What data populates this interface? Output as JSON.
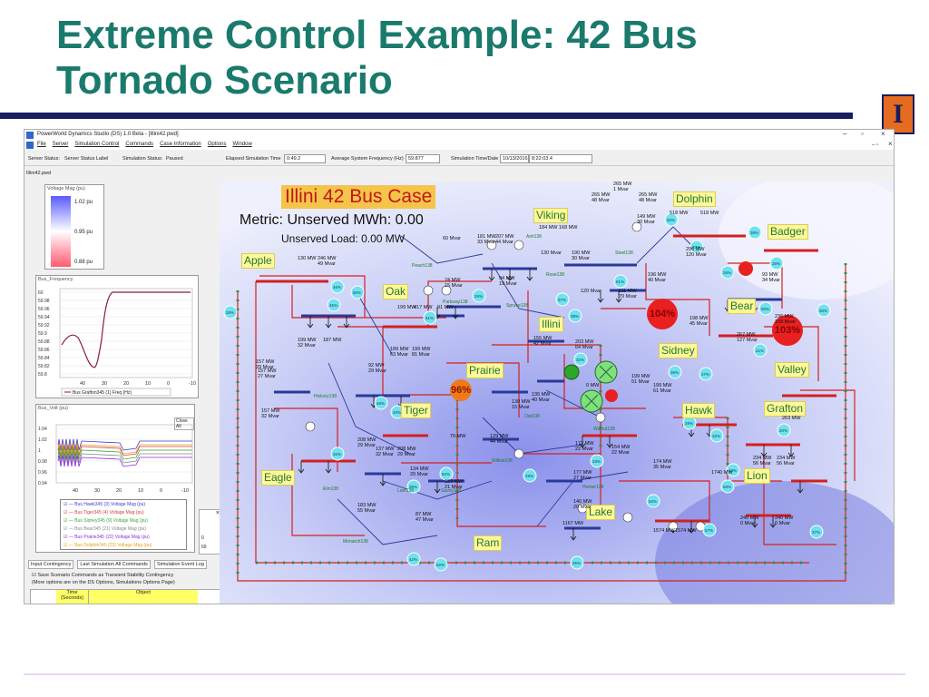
{
  "slide": {
    "title_line1": "Extreme Control Example: 42 Bus",
    "title_line2": "Tornado Scenario",
    "logo_glyph": "I"
  },
  "app": {
    "window_title": "PowerWorld Dynamics Studio (DS) 1.0 Beta - [Illini42.pwd]",
    "menu": [
      "File",
      "Server",
      "Simulation Control",
      "Commands",
      "Case Information",
      "Options",
      "Window"
    ],
    "status": {
      "server_status_label": "Server Status:",
      "server_status_value": "Server Status Label",
      "simulation_status_label": "Simulation Status:",
      "simulation_status_value": "Paused",
      "elapsed_label": "Elapsed Simulation Time",
      "elapsed_value": "0:49.2",
      "freq_label": "Average System Frequency (Hz)",
      "freq_value": "59.877",
      "time_label": "Simulation Time/Date",
      "date_value": "10/13/2016",
      "time_value": "8:22:03.4"
    },
    "doc_tab": "Illini42.pwd"
  },
  "voltage_legend": {
    "title": "Voltage Mag (pu)",
    "high": "1.02 pu",
    "mid": "0.95 pu",
    "low": "0.88 pu"
  },
  "freq_plot": {
    "title": "Bus_Frequency",
    "yticks": [
      "60",
      "59.98",
      "59.96",
      "59.94",
      "59.92",
      "59.9",
      "59.88",
      "59.86",
      "59.84",
      "59.82",
      "59.8"
    ],
    "xticks": [
      "40",
      "30",
      "20",
      "10",
      "0",
      "-10"
    ],
    "legend": "Bus Grafton345 (1) Freq (Hz)"
  },
  "volt_plot": {
    "title": "Bus_Volt (pu)",
    "close_all": "Close All",
    "yticks": [
      "1.04",
      "1.02",
      "1",
      "0.98",
      "0.96",
      "0.94"
    ],
    "xticks": [
      "40",
      "30",
      "20",
      "10",
      "0",
      "-10"
    ],
    "legend": [
      {
        "label": "Bus Hawk345 (3) Voltage Mag (pu)",
        "color": "#3b3bd6"
      },
      {
        "label": "Bus Tiger345 (4) Voltage Mag (pu)",
        "color": "#d63b3b"
      },
      {
        "label": "Bus Sidney345 (9) Voltage Mag (pu)",
        "color": "#3aa83a"
      },
      {
        "label": "Bus Bear345 (21) Voltage Mag (pu)",
        "color": "#888888"
      },
      {
        "label": "Bus Prairie345 (22) Voltage Mag (pu)",
        "color": "#8a2be2"
      },
      {
        "label": "Bus Dolphin345 (23) Voltage Mag (pu)",
        "color": "#e8a020"
      }
    ],
    "side_values": [
      "0",
      "69"
    ]
  },
  "bottom": {
    "tabs": [
      "Input Contingency",
      "Last Simulation All Commands",
      "Simulation Event Log"
    ],
    "save_option": "Save Scenario Commands as Transient Stability Contingency",
    "more_options": "(More options are on the DS Options, Simulations Options Page)",
    "col_time": "Time (Seconds)",
    "col_object": "Object"
  },
  "diagram": {
    "case_title": "Illini 42 Bus Case",
    "metric_label": "Metric: Unserved MWh:",
    "metric_value": "0.00",
    "unserved_label": "Unserved Load:",
    "unserved_value": "0.00 MW",
    "areas": [
      {
        "key": "apple",
        "name": "Apple"
      },
      {
        "key": "oak",
        "name": "Oak"
      },
      {
        "key": "viking",
        "name": "Viking"
      },
      {
        "key": "dolphin",
        "name": "Dolphin"
      },
      {
        "key": "badger",
        "name": "Badger"
      },
      {
        "key": "bear",
        "name": "Bear"
      },
      {
        "key": "illini",
        "name": "Illini"
      },
      {
        "key": "sidney",
        "name": "Sidney"
      },
      {
        "key": "valley",
        "name": "Valley"
      },
      {
        "key": "prairie",
        "name": "Prairie"
      },
      {
        "key": "tiger",
        "name": "Tiger"
      },
      {
        "key": "hawk",
        "name": "Hawk"
      },
      {
        "key": "grafton",
        "name": "Grafton"
      },
      {
        "key": "eagle",
        "name": "Eagle"
      },
      {
        "key": "lion",
        "name": "Lion"
      },
      {
        "key": "lake",
        "name": "Lake"
      },
      {
        "key": "ram",
        "name": "Ram"
      }
    ],
    "percent_circles": [
      {
        "key": "tiger",
        "label": "96%",
        "color": "#f07a1a"
      },
      {
        "key": "sidney",
        "label": "104%",
        "color": "#e82020"
      },
      {
        "key": "valley",
        "label": "103%",
        "color": "#e82020"
      }
    ],
    "bus_names": [
      "Peach138",
      "Parkway138",
      "Spruce138",
      "Ash138",
      "Rose138",
      "Steel138",
      "Hickory138",
      "Elm138",
      "Lark138",
      "Savoy138",
      "Owl138",
      "Walnut138",
      "Willow138",
      "Homer138",
      "Monarch138"
    ],
    "flows": [
      {
        "key": "f1",
        "text": "265 MW\n1 Mvar"
      },
      {
        "key": "f2",
        "text": "265 MW\n48 Mvar"
      },
      {
        "key": "f3",
        "text": "265 MW\n48 Mvar"
      },
      {
        "key": "f4",
        "text": "518 MW"
      },
      {
        "key": "f5",
        "text": "518 MW"
      },
      {
        "key": "f6",
        "text": "184 MW"
      },
      {
        "key": "f7",
        "text": "168 MW"
      },
      {
        "key": "f8",
        "text": "149 MW\n30 Mvar"
      },
      {
        "key": "f9",
        "text": "60 Mvar"
      },
      {
        "key": "f10",
        "text": "181 MW\n33 Mvar"
      },
      {
        "key": "f11",
        "text": "207 MW\n44 Mvar"
      },
      {
        "key": "f12",
        "text": "130 Mvar"
      },
      {
        "key": "f13",
        "text": "190 MW\n30 Mvar"
      },
      {
        "key": "f14",
        "text": "296 MW\n120 Mvar"
      },
      {
        "key": "f15",
        "text": "130 MW"
      },
      {
        "key": "f16",
        "text": "246 MW\n49 Mvar"
      },
      {
        "key": "f17",
        "text": "74 MW\n15 Mvar"
      },
      {
        "key": "f18",
        "text": "94 MW\n19 Mvar"
      },
      {
        "key": "f19",
        "text": "196 MW\n40 Mvar"
      },
      {
        "key": "f20",
        "text": "93 MW\n34 Mvar"
      },
      {
        "key": "f21",
        "text": "120 Mvar"
      },
      {
        "key": "f22",
        "text": "111 MW\n79 Mvar"
      },
      {
        "key": "f23",
        "text": "199 MW"
      },
      {
        "key": "f24",
        "text": "417 MW"
      },
      {
        "key": "f25",
        "text": "91 MW"
      },
      {
        "key": "f26",
        "text": "198 MW\n45 Mvar"
      },
      {
        "key": "f27",
        "text": "236 MW\n108 Mvar"
      },
      {
        "key": "f28",
        "text": "155 MW\n42 Mvar"
      },
      {
        "key": "f29",
        "text": "203 MW\n64 Mvar"
      },
      {
        "key": "f30",
        "text": "267 MW\n127 Mvar"
      },
      {
        "key": "f31",
        "text": "199 MW\n32 Mvar"
      },
      {
        "key": "f32",
        "text": "187 MW"
      },
      {
        "key": "f33",
        "text": "157 MW\n29 Mvar"
      },
      {
        "key": "f34",
        "text": "189 MW\n63 Mvar"
      },
      {
        "key": "f35",
        "text": "199 MW\n81 Mvar"
      },
      {
        "key": "f36",
        "text": "157 MW\n27 Mvar"
      },
      {
        "key": "f37",
        "text": "92 MW\n29 Mvar"
      },
      {
        "key": "f38",
        "text": "0 MW"
      },
      {
        "key": "f39",
        "text": "199 MW\n51 Mvar"
      },
      {
        "key": "f40",
        "text": "199 MW\n61 Mvar"
      },
      {
        "key": "f41",
        "text": "157 MW\n32 Mvar"
      },
      {
        "key": "f42",
        "text": "130 MW\n15 Mvar"
      },
      {
        "key": "f43",
        "text": "135 MW\n40 Mvar"
      },
      {
        "key": "f44",
        "text": "208 MW\n29 Mvar"
      },
      {
        "key": "f45",
        "text": "137 MW\n32 Mvar"
      },
      {
        "key": "f46",
        "text": "208 MW\n29 Mvar"
      },
      {
        "key": "f47",
        "text": "70 MW"
      },
      {
        "key": "f48",
        "text": "129 MW\n44 Mvar"
      },
      {
        "key": "f49",
        "text": "172 MW\n22 Mvar"
      },
      {
        "key": "f50",
        "text": "154 MW\n22 Mvar"
      },
      {
        "key": "f51",
        "text": "174 MW\n35 Mvar"
      },
      {
        "key": "f52",
        "text": "234 MW\n56 Mvar"
      },
      {
        "key": "f53",
        "text": "234 MW\n56 Mvar"
      },
      {
        "key": "f54",
        "text": "1740 MW"
      },
      {
        "key": "f55",
        "text": "134 MW\n20 Mvar"
      },
      {
        "key": "f56",
        "text": "159 MW\n21 Mvar"
      },
      {
        "key": "f57",
        "text": "177 MW\n27 Mvar"
      },
      {
        "key": "f58",
        "text": "183 MW\n55 Mvar"
      },
      {
        "key": "f59",
        "text": "87 MW\n47 Mvar"
      },
      {
        "key": "f60",
        "text": "140 MW\n20 Mvar"
      },
      {
        "key": "f61",
        "text": "1167 MW"
      },
      {
        "key": "f62",
        "text": "1574 MW"
      },
      {
        "key": "f63",
        "text": "1574 MW"
      },
      {
        "key": "f64",
        "text": "240 MW\n0 Mvar"
      },
      {
        "key": "f65",
        "text": "240 MW\n0 Mvar"
      },
      {
        "key": "f66",
        "text": "263 MW"
      }
    ],
    "badge_values": [
      "60%",
      "45%",
      "37%",
      "38%",
      "28%",
      "26%",
      "61%",
      "32%",
      "35%",
      "46%",
      "40%",
      "52%",
      "33%",
      "49%",
      "62%",
      "42%",
      "52%",
      "69%",
      "37%",
      "57%",
      "43%",
      "29%",
      "32%",
      "47%",
      "36%",
      "21%",
      "20%",
      "30%"
    ]
  }
}
